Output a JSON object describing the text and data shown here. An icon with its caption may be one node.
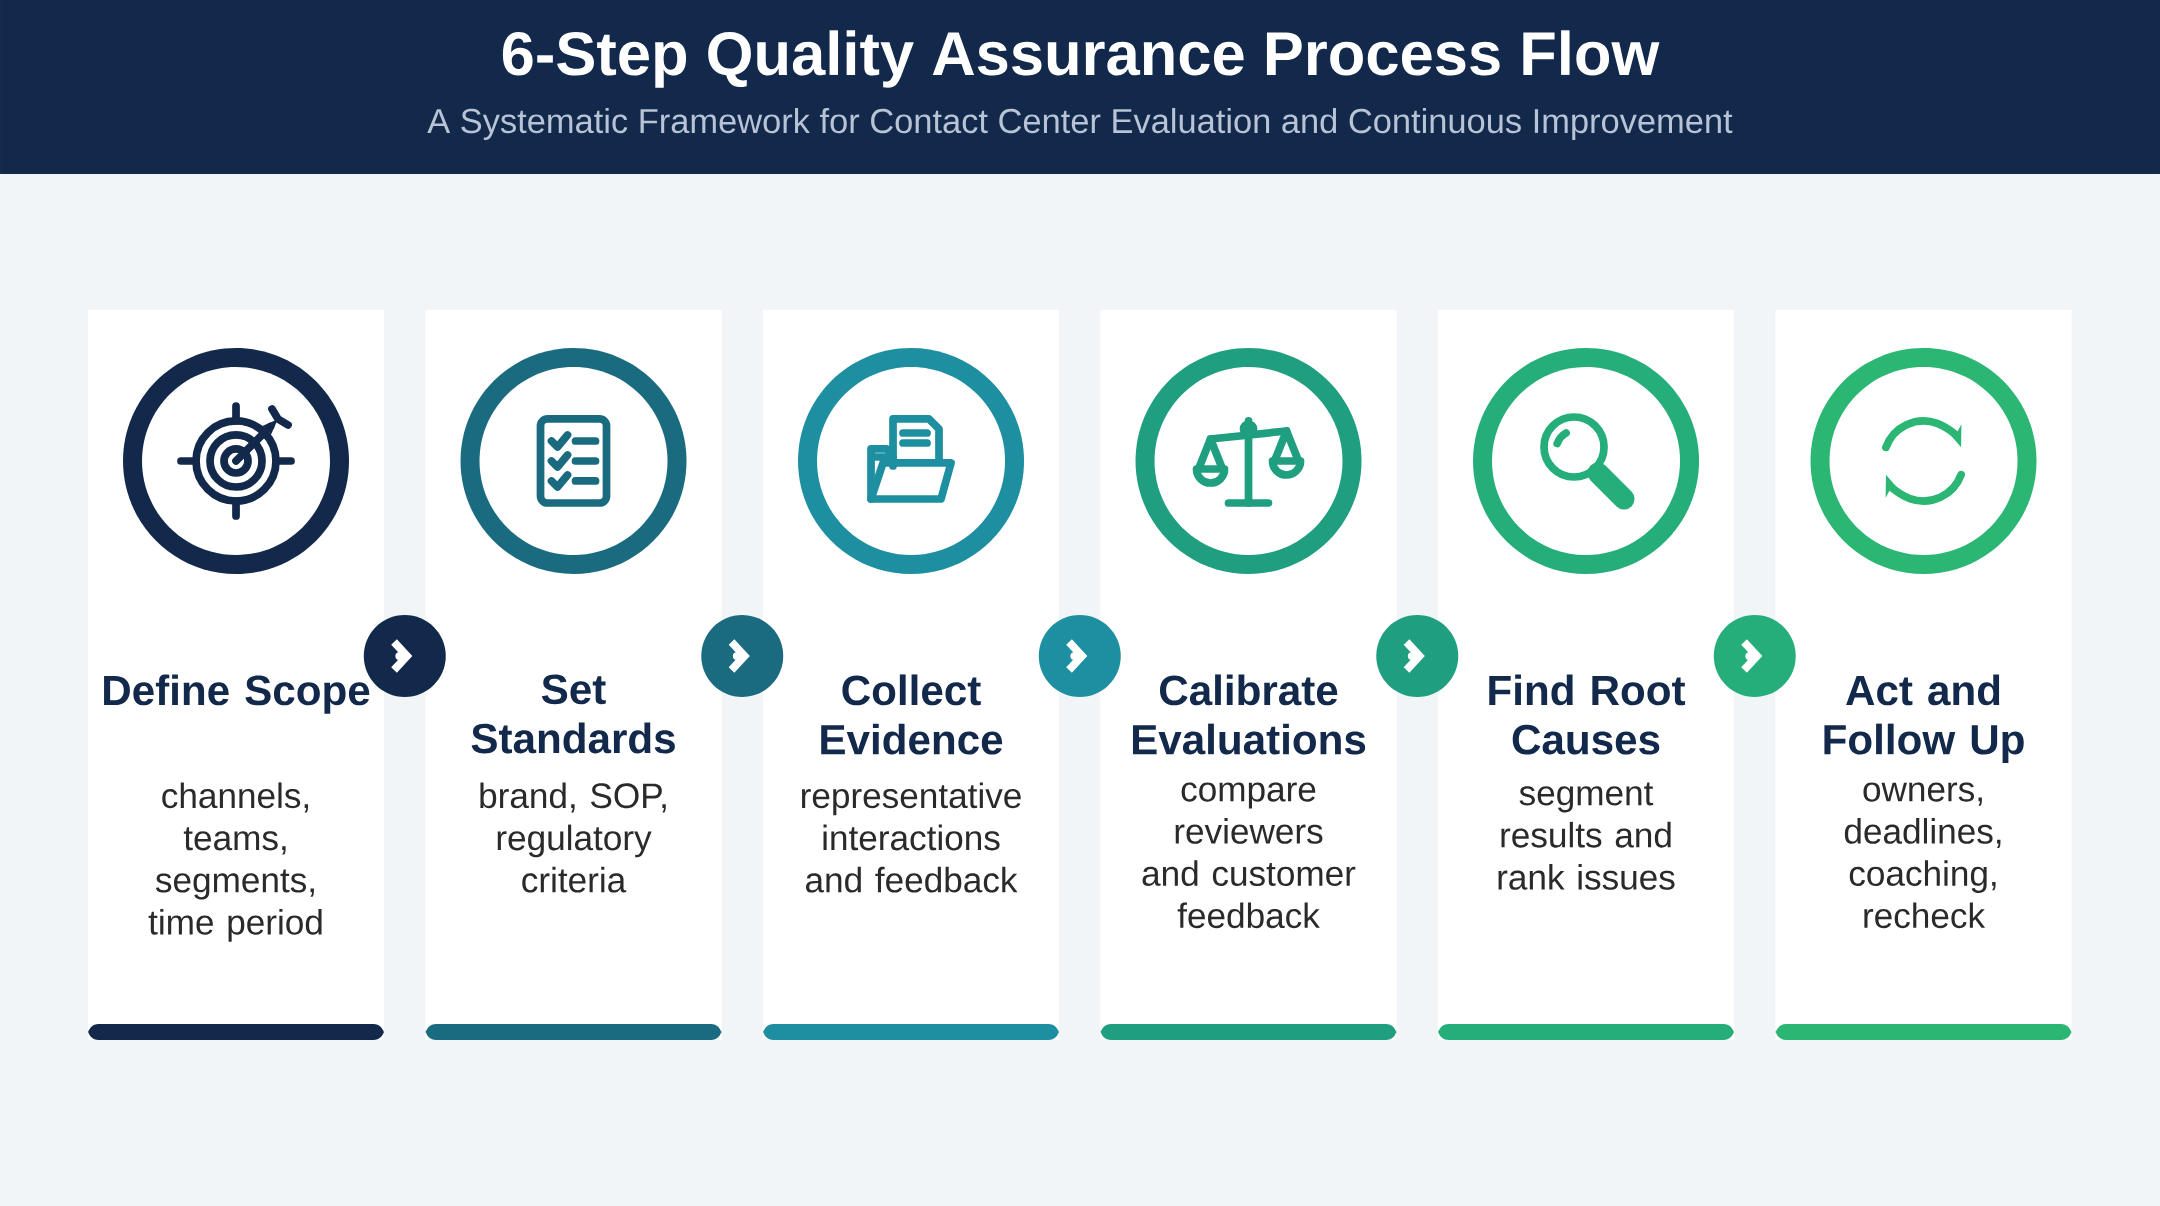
{
  "diagram": {
    "title": "6-Step Quality Assurance Process Flow",
    "caption": "A Systematic Framework for Contact Center Evaluation and Continuous Improvement",
    "nodes": [
      {
        "text": [
          "Define Scope",
          "channels, teams, segments, time period"
        ]
      },
      {
        "text": [
          "Set Standards",
          "brand, SOP, regulatory criteria"
        ]
      },
      {
        "text": [
          "Collect Evidence",
          "representative interactions and feedback"
        ]
      },
      {
        "text": [
          "Calibrate Evaluations",
          "compare reviewers and customer feedback"
        ]
      },
      {
        "text": [
          "Find Root Causes",
          "segment results and rank issues"
        ]
      },
      {
        "text": [
          "Act and Follow Up",
          "owners, deadlines, coaching, recheck"
        ]
      }
    ],
    "edges": [
      {
        "from": 0,
        "to": 1,
        "arrow": "to"
      },
      {
        "from": 1,
        "to": 2,
        "arrow": "to"
      },
      {
        "from": 2,
        "to": 3,
        "arrow": "to"
      },
      {
        "from": 3,
        "to": 4,
        "arrow": "to"
      },
      {
        "from": 4,
        "to": 5,
        "arrow": "to"
      }
    ]
  }
}
